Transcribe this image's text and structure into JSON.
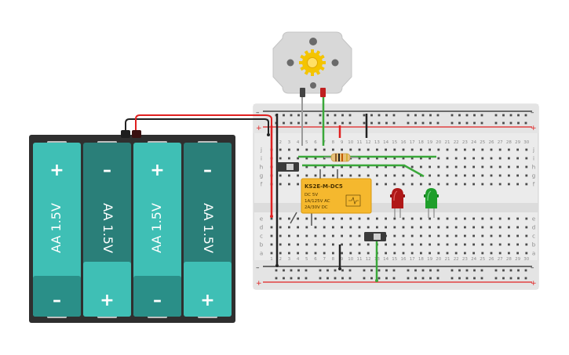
{
  "battery": {
    "cells": [
      {
        "label": "AA 1.5V",
        "top_sign": "+",
        "bottom_sign": "–",
        "color": "#3fbfb5"
      },
      {
        "label": "AA 1.5V",
        "top_sign": "–",
        "bottom_sign": "+",
        "color": "#2a7f79"
      },
      {
        "label": "AA 1.5V",
        "top_sign": "+",
        "bottom_sign": "–",
        "color": "#3fbfb5"
      },
      {
        "label": "AA 1.5V",
        "top_sign": "–",
        "bottom_sign": "+",
        "color": "#2a7f79"
      }
    ]
  },
  "relay": {
    "title": "KS2E-M-DC5",
    "lines": [
      "DC 5V",
      "1A/125V AC",
      "2A/30V DC"
    ],
    "color": "#f5b82e"
  },
  "breadboard": {
    "row_letters_top": [
      "j",
      "i",
      "h",
      "g",
      "f"
    ],
    "row_letters_bottom": [
      "e",
      "d",
      "c",
      "b",
      "a"
    ],
    "column_numbers": [
      "1",
      "2",
      "3",
      "4",
      "5",
      "6",
      "7",
      "8",
      "9",
      "10",
      "11",
      "12",
      "13",
      "14",
      "15",
      "16",
      "17",
      "18",
      "19",
      "20",
      "21",
      "22",
      "23",
      "24",
      "25",
      "26",
      "27",
      "28",
      "29",
      "30"
    ],
    "rail_plus": "+",
    "rail_minus": "–"
  },
  "leds": [
    {
      "name": "red-led",
      "color": "#b01818"
    },
    {
      "name": "green-led",
      "color": "#1e9e2a"
    }
  ],
  "colors": {
    "wire_red": "#e02020",
    "wire_black": "#222222",
    "wire_green": "#3aa83a",
    "motor_body": "#d8d8d8",
    "gear": "#f4c400"
  }
}
